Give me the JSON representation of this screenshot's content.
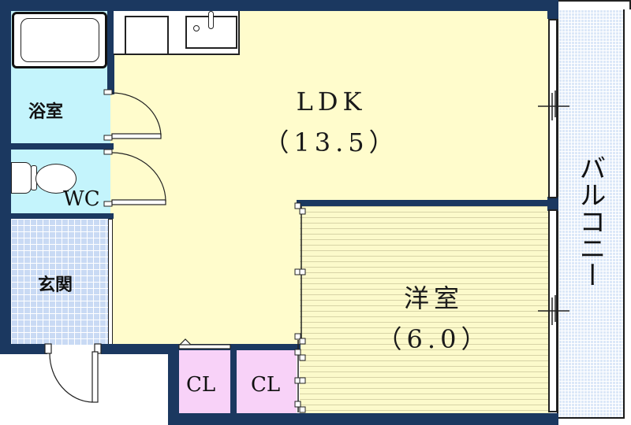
{
  "floor_plan": {
    "colors": {
      "wall": "#1b3860",
      "ldk": "#fffccc",
      "bath_wc": "#c4f4fc",
      "genkan": "#c9daf4",
      "yoshitsu": "#fcfacb",
      "closet": "#f8d2f8",
      "balcony": "#dce8f8"
    },
    "rooms": {
      "ldk": {
        "name": "LDK",
        "area": "（13.5）"
      },
      "yoshitsu": {
        "name": "洋室",
        "area": "（6.0）"
      },
      "bath": {
        "name": "浴室"
      },
      "wc": {
        "name": "WC"
      },
      "genkan": {
        "name": "玄関"
      },
      "closet1": {
        "name": "CL"
      },
      "closet2": {
        "name": "CL"
      },
      "balcony": {
        "name": "バルコニー"
      }
    },
    "fixtures": [
      "bathtub-icon",
      "toilet-icon",
      "kitchen-counter",
      "sink-icon",
      "faucet-icon"
    ]
  }
}
